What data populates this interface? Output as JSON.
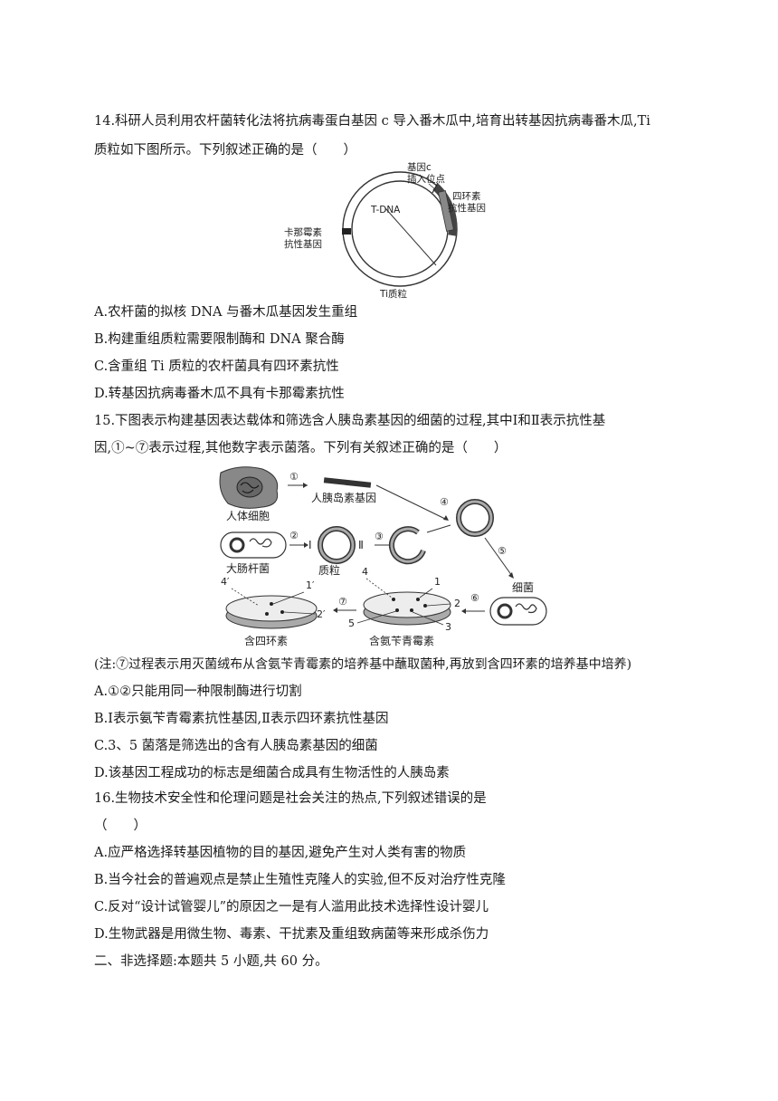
{
  "q14": {
    "stem_line1": "14.科研人员利用农杆菌转化法将抗病毒蛋白基因 c 导入番木瓜中,培育出转基因抗病毒番木瓜,Ti",
    "stem_line2": "质粒如下图所示。下列叙述正确的是（　　）",
    "figure": {
      "insert_site_1": "基因c",
      "insert_site_2": "插入位点",
      "tdna": "T-DNA",
      "tetracycline_1": "四环素",
      "tetracycline_2": "抗性基因",
      "kanamycin_1": "卡那霉素",
      "kanamycin_2": "抗性基因",
      "caption": "Ti质粒"
    },
    "options": [
      "A.农杆菌的拟核 DNA 与番木瓜基因发生重组",
      "B.构建重组质粒需要限制酶和 DNA 聚合酶",
      "C.含重组 Ti 质粒的农杆菌具有四环素抗性",
      "D.转基因抗病毒番木瓜不具有卡那霉素抗性"
    ]
  },
  "q15": {
    "stem_line1": "15.下图表示构建基因表达载体和筛选含人胰岛素基因的细菌的过程,其中Ⅰ和Ⅱ表示抗性基",
    "stem_line2": "因,①~⑦表示过程,其他数字表示菌落。下列有关叙述正确的是（　　）",
    "figure": {
      "human_cell": "人体细胞",
      "insulin_gene": "人胰岛素基因",
      "ecoli": "大肠杆菌",
      "plasmid": "质粒",
      "bacteria": "细菌",
      "tetracycline_medium": "含四环素",
      "ampicillin_medium": "含氨苄青霉素",
      "step1": "①",
      "step2": "②",
      "step3": "③",
      "step4": "④",
      "step5": "⑤",
      "step6": "⑥",
      "step7": "⑦",
      "gene_I": "Ⅰ",
      "gene_II": "Ⅱ",
      "col1": "1",
      "col2": "2",
      "col3": "3",
      "col4": "4",
      "col5": "5",
      "col1p": "1′",
      "col2p": "2′",
      "col4p": "4′"
    },
    "note": "(注:⑦过程表示用灭菌绒布从含氨苄青霉素的培养基中蘸取菌种,再放到含四环素的培养基中培养)",
    "options": [
      "A.①②只能用同一种限制酶进行切割",
      "B.Ⅰ表示氨苄青霉素抗性基因,Ⅱ表示四环素抗性基因",
      "C.3、5 菌落是筛选出的含有人胰岛素基因的细菌",
      "D.该基因工程成功的标志是细菌合成具有生物活性的人胰岛素"
    ]
  },
  "q16": {
    "stem_line1": "16.生物技术安全性和伦理问题是社会关注的热点,下列叙述错误的是",
    "stem_line2": "（　　）",
    "options": [
      "A.应严格选择转基因植物的目的基因,避免产生对人类有害的物质",
      "B.当今社会的普遍观点是禁止生殖性克隆人的实验,但不反对治疗性克隆",
      "C.反对“设计试管婴儿”的原因之一是有人滥用此技术选择性设计婴儿",
      "D.生物武器是用微生物、毒素、干扰素及重组致病菌等来形成杀伤力"
    ]
  },
  "section2": "二、非选择题:本题共 5 小题,共 60 分。"
}
